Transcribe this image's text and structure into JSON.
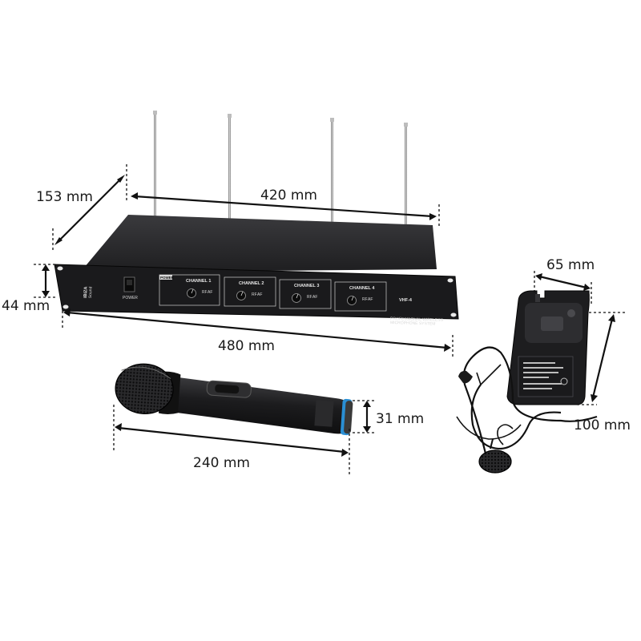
{
  "dimensions": {
    "receiver_depth": "153 mm",
    "antenna_span": "420 mm",
    "receiver_height": "44 mm",
    "receiver_width": "480 mm",
    "mic_length": "240 mm",
    "mic_diameter": "31 mm",
    "pack_width": "65 mm",
    "pack_height": "100 mm"
  },
  "receiver": {
    "brand": "IBIZA",
    "brand_sub": "Sound",
    "power_label": "POWER",
    "power_tab": "POWER",
    "channels": [
      "CHANNEL 1",
      "CHANNEL 2",
      "CHANNEL 3",
      "CHANNEL 4"
    ],
    "af_label": "AF",
    "rf_label": "RF",
    "model": "VHF-4",
    "desc_line1": "PROFESSIONAL WIRELESS",
    "desc_line2": "MICROPHONE SYSTEM"
  },
  "colors": {
    "device_black": "#1d1d1f",
    "mic_blue_ring": "#2a8fd4"
  }
}
